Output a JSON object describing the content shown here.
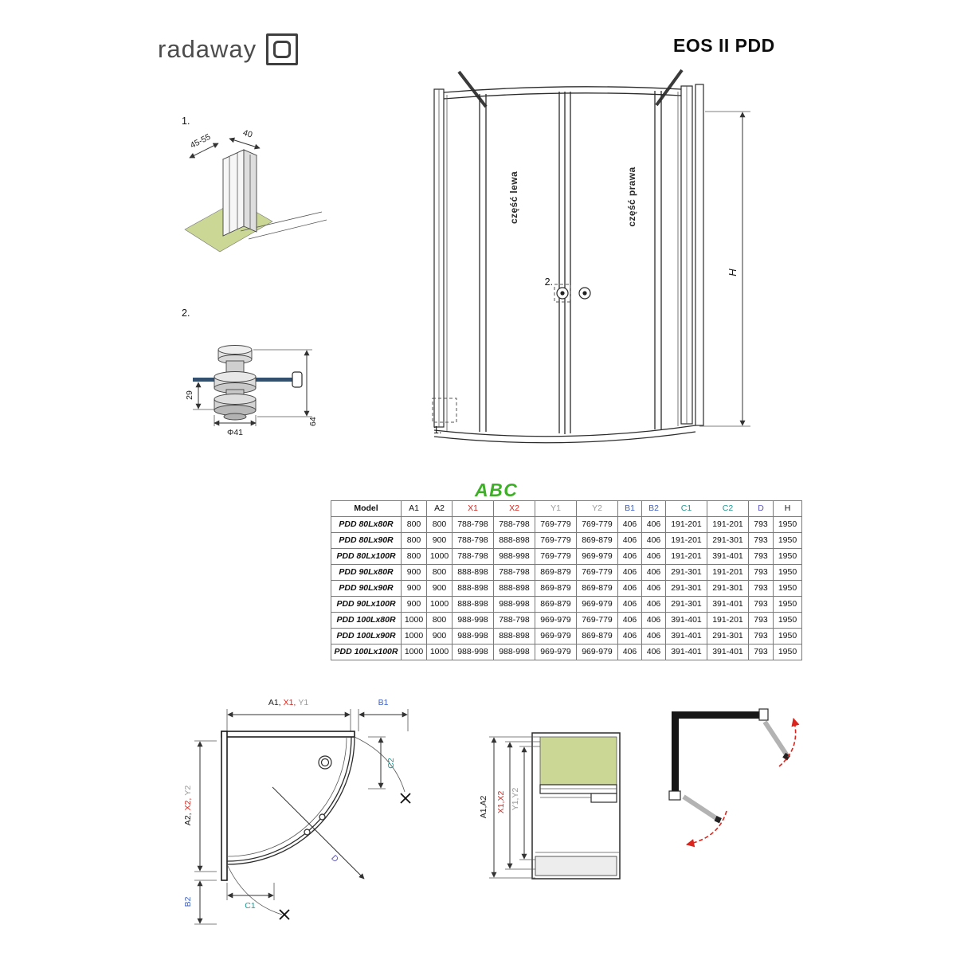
{
  "header": {
    "brand": "radaway",
    "title": "EOS II PDD"
  },
  "colors": {
    "red": "#d9251d",
    "gray": "#9a9a9a",
    "blue": "#3d5fc4",
    "teal": "#1e9a94",
    "violet": "#5a52c3",
    "green": "#cbd795",
    "watermark": "#3fae29"
  },
  "detail_profile": {
    "callout": "1.",
    "dim_depth": "45-55",
    "dim_width": "40"
  },
  "detail_knob": {
    "callout": "2.",
    "dim_offset": "29",
    "dim_diameter": "Φ41",
    "dim_height": "64"
  },
  "elevation": {
    "left_panel": "część lewa",
    "right_panel": "część prawa",
    "height_dim": "H",
    "knob_callout": "2.",
    "profile_callout": "1."
  },
  "watermark": "ABC",
  "spec_table": {
    "headers": [
      "Model",
      "A1",
      "A2",
      "X1",
      "X2",
      "Y1",
      "Y2",
      "B1",
      "B2",
      "C1",
      "C2",
      "D",
      "H"
    ],
    "header_colors": [
      "#101010",
      "#101010",
      "#101010",
      "#d9251d",
      "#d9251d",
      "#9a9a9a",
      "#9a9a9a",
      "#3d5fc4",
      "#3d5fc4",
      "#1e9a94",
      "#1e9a94",
      "#5a52c3",
      "#101010"
    ],
    "rows": [
      [
        "PDD 80Lx80R",
        "800",
        "800",
        "788-798",
        "788-798",
        "769-779",
        "769-779",
        "406",
        "406",
        "191-201",
        "191-201",
        "793",
        "1950"
      ],
      [
        "PDD 80Lx90R",
        "800",
        "900",
        "788-798",
        "888-898",
        "769-779",
        "869-879",
        "406",
        "406",
        "191-201",
        "291-301",
        "793",
        "1950"
      ],
      [
        "PDD 80Lx100R",
        "800",
        "1000",
        "788-798",
        "988-998",
        "769-779",
        "969-979",
        "406",
        "406",
        "191-201",
        "391-401",
        "793",
        "1950"
      ],
      [
        "PDD 90Lx80R",
        "900",
        "800",
        "888-898",
        "788-798",
        "869-879",
        "769-779",
        "406",
        "406",
        "291-301",
        "191-201",
        "793",
        "1950"
      ],
      [
        "PDD 90Lx90R",
        "900",
        "900",
        "888-898",
        "888-898",
        "869-879",
        "869-879",
        "406",
        "406",
        "291-301",
        "291-301",
        "793",
        "1950"
      ],
      [
        "PDD 90Lx100R",
        "900",
        "1000",
        "888-898",
        "988-998",
        "869-879",
        "969-979",
        "406",
        "406",
        "291-301",
        "391-401",
        "793",
        "1950"
      ],
      [
        "PDD 100Lx80R",
        "1000",
        "800",
        "988-998",
        "788-798",
        "969-979",
        "769-779",
        "406",
        "406",
        "391-401",
        "191-201",
        "793",
        "1950"
      ],
      [
        "PDD 100Lx90R",
        "1000",
        "900",
        "988-998",
        "888-898",
        "969-979",
        "869-879",
        "406",
        "406",
        "391-401",
        "291-301",
        "793",
        "1950"
      ],
      [
        "PDD 100Lx100R",
        "1000",
        "1000",
        "988-998",
        "988-998",
        "969-979",
        "969-979",
        "406",
        "406",
        "391-401",
        "391-401",
        "793",
        "1950"
      ]
    ]
  },
  "plan": {
    "a1": "A1,",
    "x1": "X1,",
    "y1": "Y1",
    "b1": "B1",
    "a2": "A2,",
    "x2": "X2,",
    "y2": "Y2",
    "b2": "B2",
    "c1": "C1",
    "c2": "C2",
    "d": "D"
  },
  "section": {
    "a": "A1,A2",
    "x": "X1,X2",
    "y": "Y1,Y2"
  }
}
